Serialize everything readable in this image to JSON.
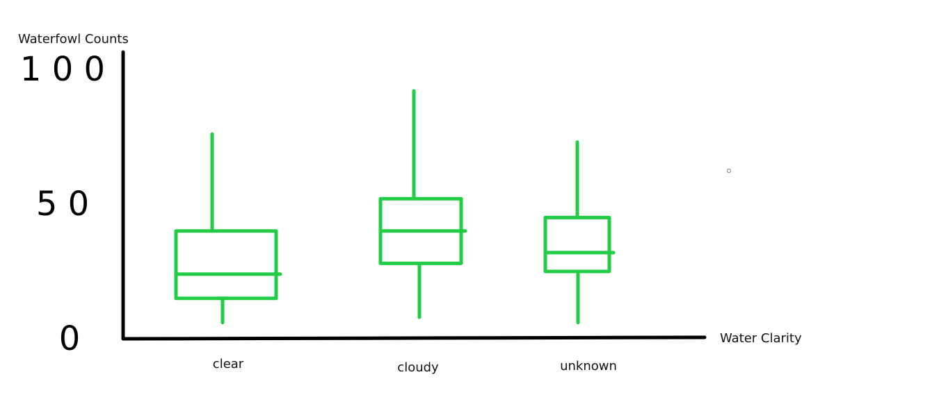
{
  "chart_data": {
    "type": "box",
    "ylabel": "Waterfowl Counts",
    "xlabel": "Water Clarity",
    "ylim": [
      0,
      100
    ],
    "yticks": [
      {
        "value": 0,
        "label": "0"
      },
      {
        "value": 50,
        "label": "5 0"
      },
      {
        "value": 100,
        "label": "1 0 0"
      }
    ],
    "categories": [
      "clear",
      "cloudy",
      "unknown"
    ],
    "boxes": [
      {
        "category": "clear",
        "min": 6,
        "q1": 15,
        "median": 24,
        "q3": 40,
        "max": 76
      },
      {
        "category": "cloudy",
        "min": 8,
        "q1": 28,
        "median": 40,
        "q3": 52,
        "max": 92
      },
      {
        "category": "unknown",
        "min": 6,
        "q1": 25,
        "median": 32,
        "q3": 45,
        "max": 73
      }
    ],
    "colors": {
      "box": "#22cc44",
      "axis": "#000000"
    },
    "grid": false
  }
}
